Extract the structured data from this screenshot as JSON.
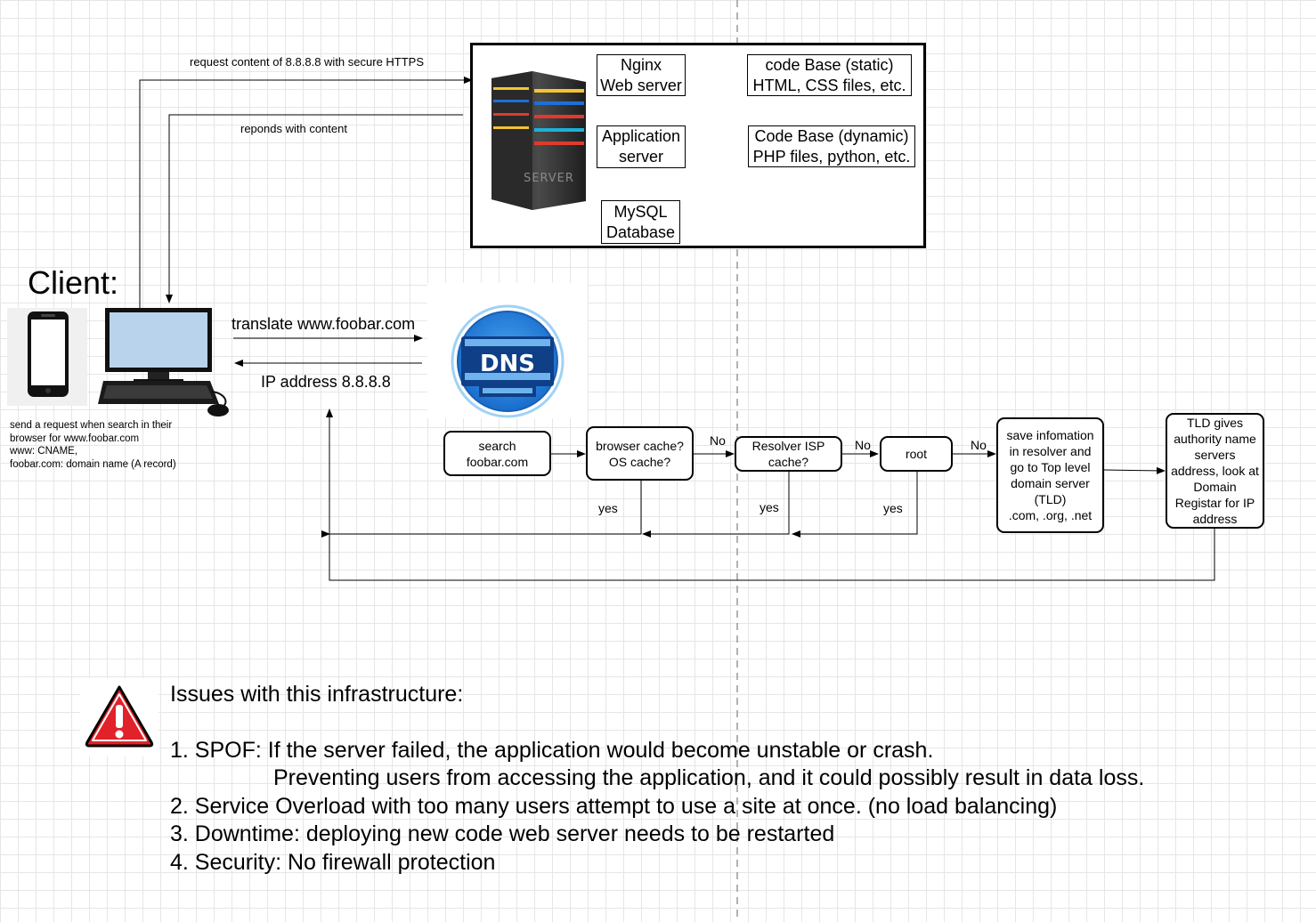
{
  "client": {
    "title": "Client:",
    "note_lines": [
      "send a request when search in their",
      "browser for www.foobar.com",
      "www: CNAME,",
      "foobar.com: domain name (A record)"
    ]
  },
  "arrows": {
    "request": "request content of 8.8.8.8 with secure HTTPS",
    "responds": "reponds with content",
    "translate": "translate www.foobar.com",
    "ip": "IP address 8.8.8.8"
  },
  "server": {
    "icon_label": "SERVER",
    "nginx": [
      "Nginx",
      "Web server"
    ],
    "static": [
      "code Base (static)",
      "HTML, CSS files, etc."
    ],
    "app": [
      "Application",
      "server"
    ],
    "dynamic": [
      "Code Base (dynamic)",
      "PHP files, python, etc."
    ],
    "db": [
      "MySQL",
      "Database"
    ]
  },
  "dns": {
    "label": "DNS"
  },
  "flow": {
    "search": [
      "search",
      "foobar.com"
    ],
    "browser_cache": [
      "browser cache?",
      "OS cache?"
    ],
    "resolver": [
      "Resolver ISP",
      "cache?"
    ],
    "root": [
      "root"
    ],
    "save": [
      "save infomation",
      "in resolver and",
      "go to Top level",
      "domain server",
      "(TLD)",
      ".com, .org, .net"
    ],
    "tld": [
      "TLD gives",
      "authority name",
      "servers",
      "address, look at",
      "Domain",
      "Registar for IP",
      "address"
    ],
    "no1": "No",
    "no2": "No",
    "no3": "No",
    "yes1": "yes",
    "yes2": "yes",
    "yes3": "yes"
  },
  "issues": {
    "title": "Issues with this infrastructure:",
    "item1": "1. SPOF: If the server failed, the application would become unstable or crash.",
    "item1_cont": "Preventing users from accessing the application, and it could possibly result in data loss.",
    "item2": "2. Service Overload with too many users attempt to use a site at once. (no load balancing)",
    "item3": "3. Downtime: deploying new code web server needs to be restarted",
    "item4": "4. Security: No firewall protection"
  }
}
